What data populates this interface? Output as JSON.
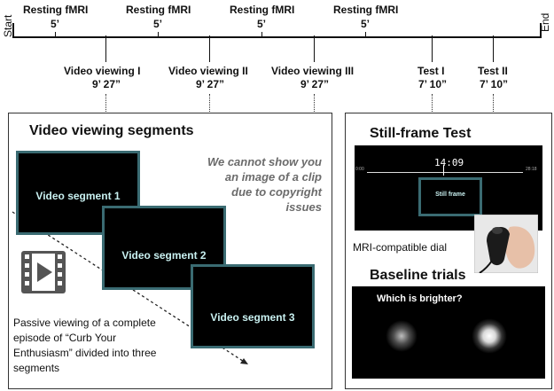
{
  "timeline": {
    "start": "Start",
    "end": "End",
    "resting_blocks": [
      {
        "label": "Resting fMRI",
        "duration": "5’"
      },
      {
        "label": "Resting fMRI",
        "duration": "5’"
      },
      {
        "label": "Resting fMRI",
        "duration": "5’"
      },
      {
        "label": "Resting fMRI",
        "duration": "5’"
      }
    ],
    "task_blocks": [
      {
        "label": "Video viewing I",
        "duration": "9’ 27”"
      },
      {
        "label": "Video viewing II",
        "duration": "9’ 27”"
      },
      {
        "label": "Video viewing III",
        "duration": "9’ 27”"
      },
      {
        "label": "Test I",
        "duration": "7’ 10”"
      },
      {
        "label": "Test II",
        "duration": "7’ 10”"
      }
    ]
  },
  "video_panel": {
    "title": "Video viewing segments",
    "segments": [
      "Video segment 1",
      "Video segment 2",
      "Video segment 3"
    ],
    "copyright_note": [
      "We cannot show you",
      "an image of a clip",
      "due to copyright",
      "issues"
    ],
    "description": [
      "Passive viewing of a complete",
      "episode of “Curb Your",
      "Enthusiasm” divided into three",
      "segments"
    ],
    "icon": "film-play-icon"
  },
  "test_panel": {
    "title": "Still-frame Test",
    "slider_time": "14:09",
    "slider_start": "0:00",
    "slider_end": "28:18",
    "still_frame_label": "Still frame",
    "dial_label": "MRI-compatible dial",
    "dial_icon": "dial-photo-icon",
    "baseline_title": "Baseline trials",
    "baseline_question": "Which is brighter?"
  },
  "colors": {
    "frame_border": "#3a6b72",
    "segment_text": "#c8f0f0",
    "note_text": "#6b6b6b"
  }
}
